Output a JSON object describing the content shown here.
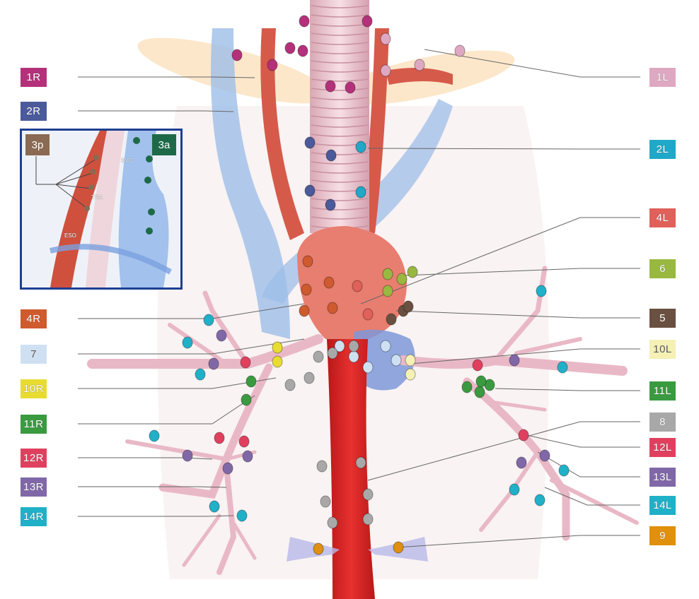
{
  "stations_left": [
    {
      "id": "1R",
      "label": "1R",
      "color": "#b5307a"
    },
    {
      "id": "2R",
      "label": "2R",
      "color": "#4a5a9a"
    },
    {
      "id": "4R",
      "label": "4R",
      "color": "#cf5a2e"
    },
    {
      "id": "7",
      "label": "7",
      "color": "#cfe0f3"
    },
    {
      "id": "10R",
      "label": "10R",
      "color": "#e8dc30"
    },
    {
      "id": "11R",
      "label": "11R",
      "color": "#3a9a40"
    },
    {
      "id": "12R",
      "label": "12R",
      "color": "#e0405e"
    },
    {
      "id": "13R",
      "label": "13R",
      "color": "#8068a8"
    },
    {
      "id": "14R",
      "label": "14R",
      "color": "#20b0c8"
    }
  ],
  "stations_right": [
    {
      "id": "1L",
      "label": "1L",
      "color": "#dfa8c2"
    },
    {
      "id": "2L",
      "label": "2L",
      "color": "#20a8c8"
    },
    {
      "id": "4L",
      "label": "4L",
      "color": "#e0605a"
    },
    {
      "id": "6",
      "label": "6",
      "color": "#98b840"
    },
    {
      "id": "5",
      "label": "5",
      "color": "#6a5040"
    },
    {
      "id": "10L",
      "label": "10L",
      "color": "#f5f0b4"
    },
    {
      "id": "11L",
      "label": "11L",
      "color": "#3a9a40"
    },
    {
      "id": "8",
      "label": "8",
      "color": "#a8a8a8"
    },
    {
      "id": "12L",
      "label": "12L",
      "color": "#e0405e"
    },
    {
      "id": "13L",
      "label": "13L",
      "color": "#8068a8"
    },
    {
      "id": "14L",
      "label": "14L",
      "color": "#20b0c8"
    },
    {
      "id": "9",
      "label": "9",
      "color": "#e0900a"
    }
  ],
  "inset": {
    "border_color": "#1d3f92",
    "station_3p": {
      "label": "3p",
      "color": "#8a6a52"
    },
    "station_3a": {
      "label": "3a",
      "color": "#1e6a48"
    },
    "structure_labels": {
      "svc": "SVC",
      "tra": "TRA",
      "eso": "ESO"
    }
  }
}
